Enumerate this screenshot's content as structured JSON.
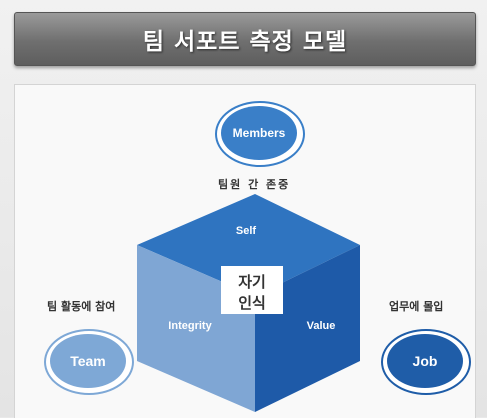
{
  "title": "팀 서포트 측정 모델",
  "nodes": {
    "members": {
      "label": "Members",
      "caption": "팀원 간 존중"
    },
    "team": {
      "label": "Team",
      "caption": "팀 활동에 참여"
    },
    "job": {
      "label": "Job",
      "caption": "업무에 몰입"
    }
  },
  "cube": {
    "top_label": "Self",
    "left_label": "Integrity",
    "right_label": "Value",
    "center_line1": "자기",
    "center_line2": "인식"
  },
  "colors": {
    "top_face": "#2f74c0",
    "left_face": "#7fa6d4",
    "right_face": "#1e5aa8",
    "members_circle": "#3a7fc8",
    "team_circle": "#7ea8d6",
    "job_circle": "#1f5da8"
  }
}
